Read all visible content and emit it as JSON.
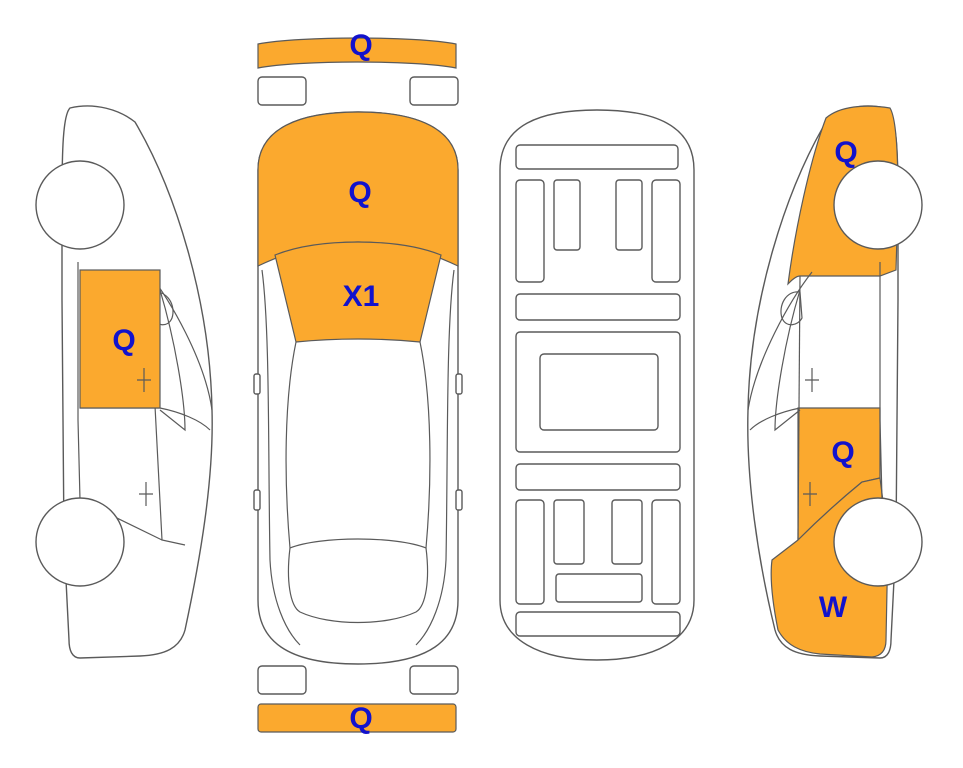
{
  "colors": {
    "damage_fill": "#FBA92E",
    "code_text": "#1212CC",
    "outline": "#5a5a5a"
  },
  "codes": {
    "front_bumper": "Q",
    "hood": "Q",
    "windshield": "X1",
    "rear_bumper": "Q",
    "left_front_door": "Q",
    "right_rear_fender": "Q",
    "right_rear_door": "Q",
    "right_front_fender": "W"
  }
}
